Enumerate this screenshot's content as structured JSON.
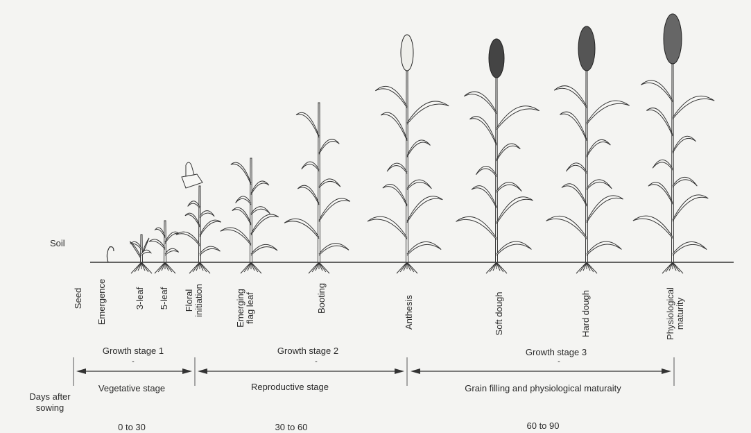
{
  "soil_label": "Soil",
  "stages": [
    "Seed",
    "Emergence",
    "3-leaf",
    "5-leaf",
    "Floral initiation",
    "Emerging flag leaf",
    "Booting",
    "Anthesis",
    "Soft dough",
    "Hard dough",
    "Physiological maturity"
  ],
  "growth_stages": [
    {
      "title": "Growth stage 1",
      "mark": "-",
      "description": "Vegetative stage",
      "days": "0 to 30"
    },
    {
      "title": "Growth stage 2",
      "mark": "-",
      "description": "Reproductive stage",
      "days": "30 to 60"
    },
    {
      "title": "Growth stage 3",
      "mark": "-",
      "description": "Grain filling and physiological maturaity",
      "days": "60 to 90"
    }
  ],
  "days_label": "Days after sowing"
}
